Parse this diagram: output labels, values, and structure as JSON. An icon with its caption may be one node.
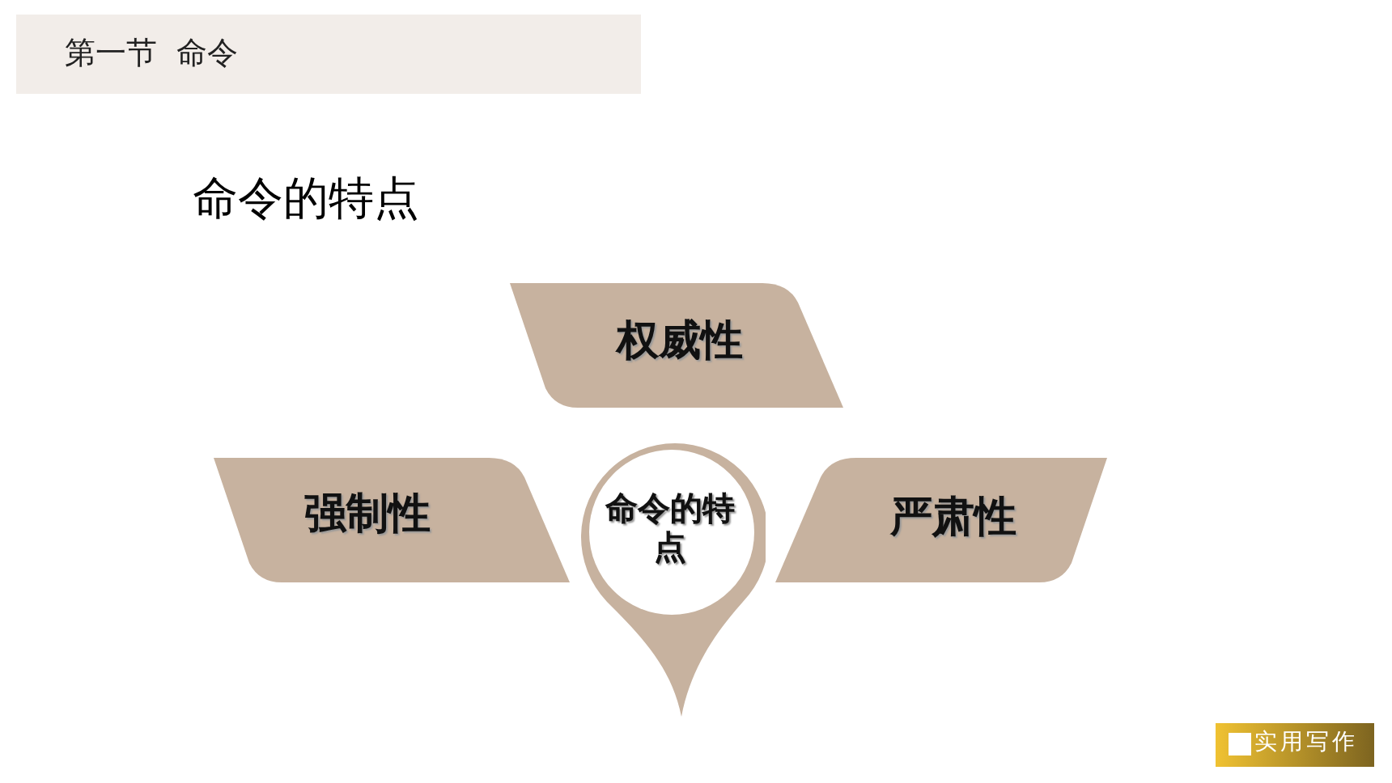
{
  "diagram": {
    "title": "命令的特点",
    "nodes": [
      {
        "text": [
          "命令的特点"
        ]
      },
      {
        "text": [
          "权威性"
        ]
      },
      {
        "text": [
          "强制性"
        ]
      },
      {
        "text": [
          "严肃性"
        ]
      }
    ],
    "labels": [
      "第一节  命令",
      "实用写作"
    ]
  }
}
